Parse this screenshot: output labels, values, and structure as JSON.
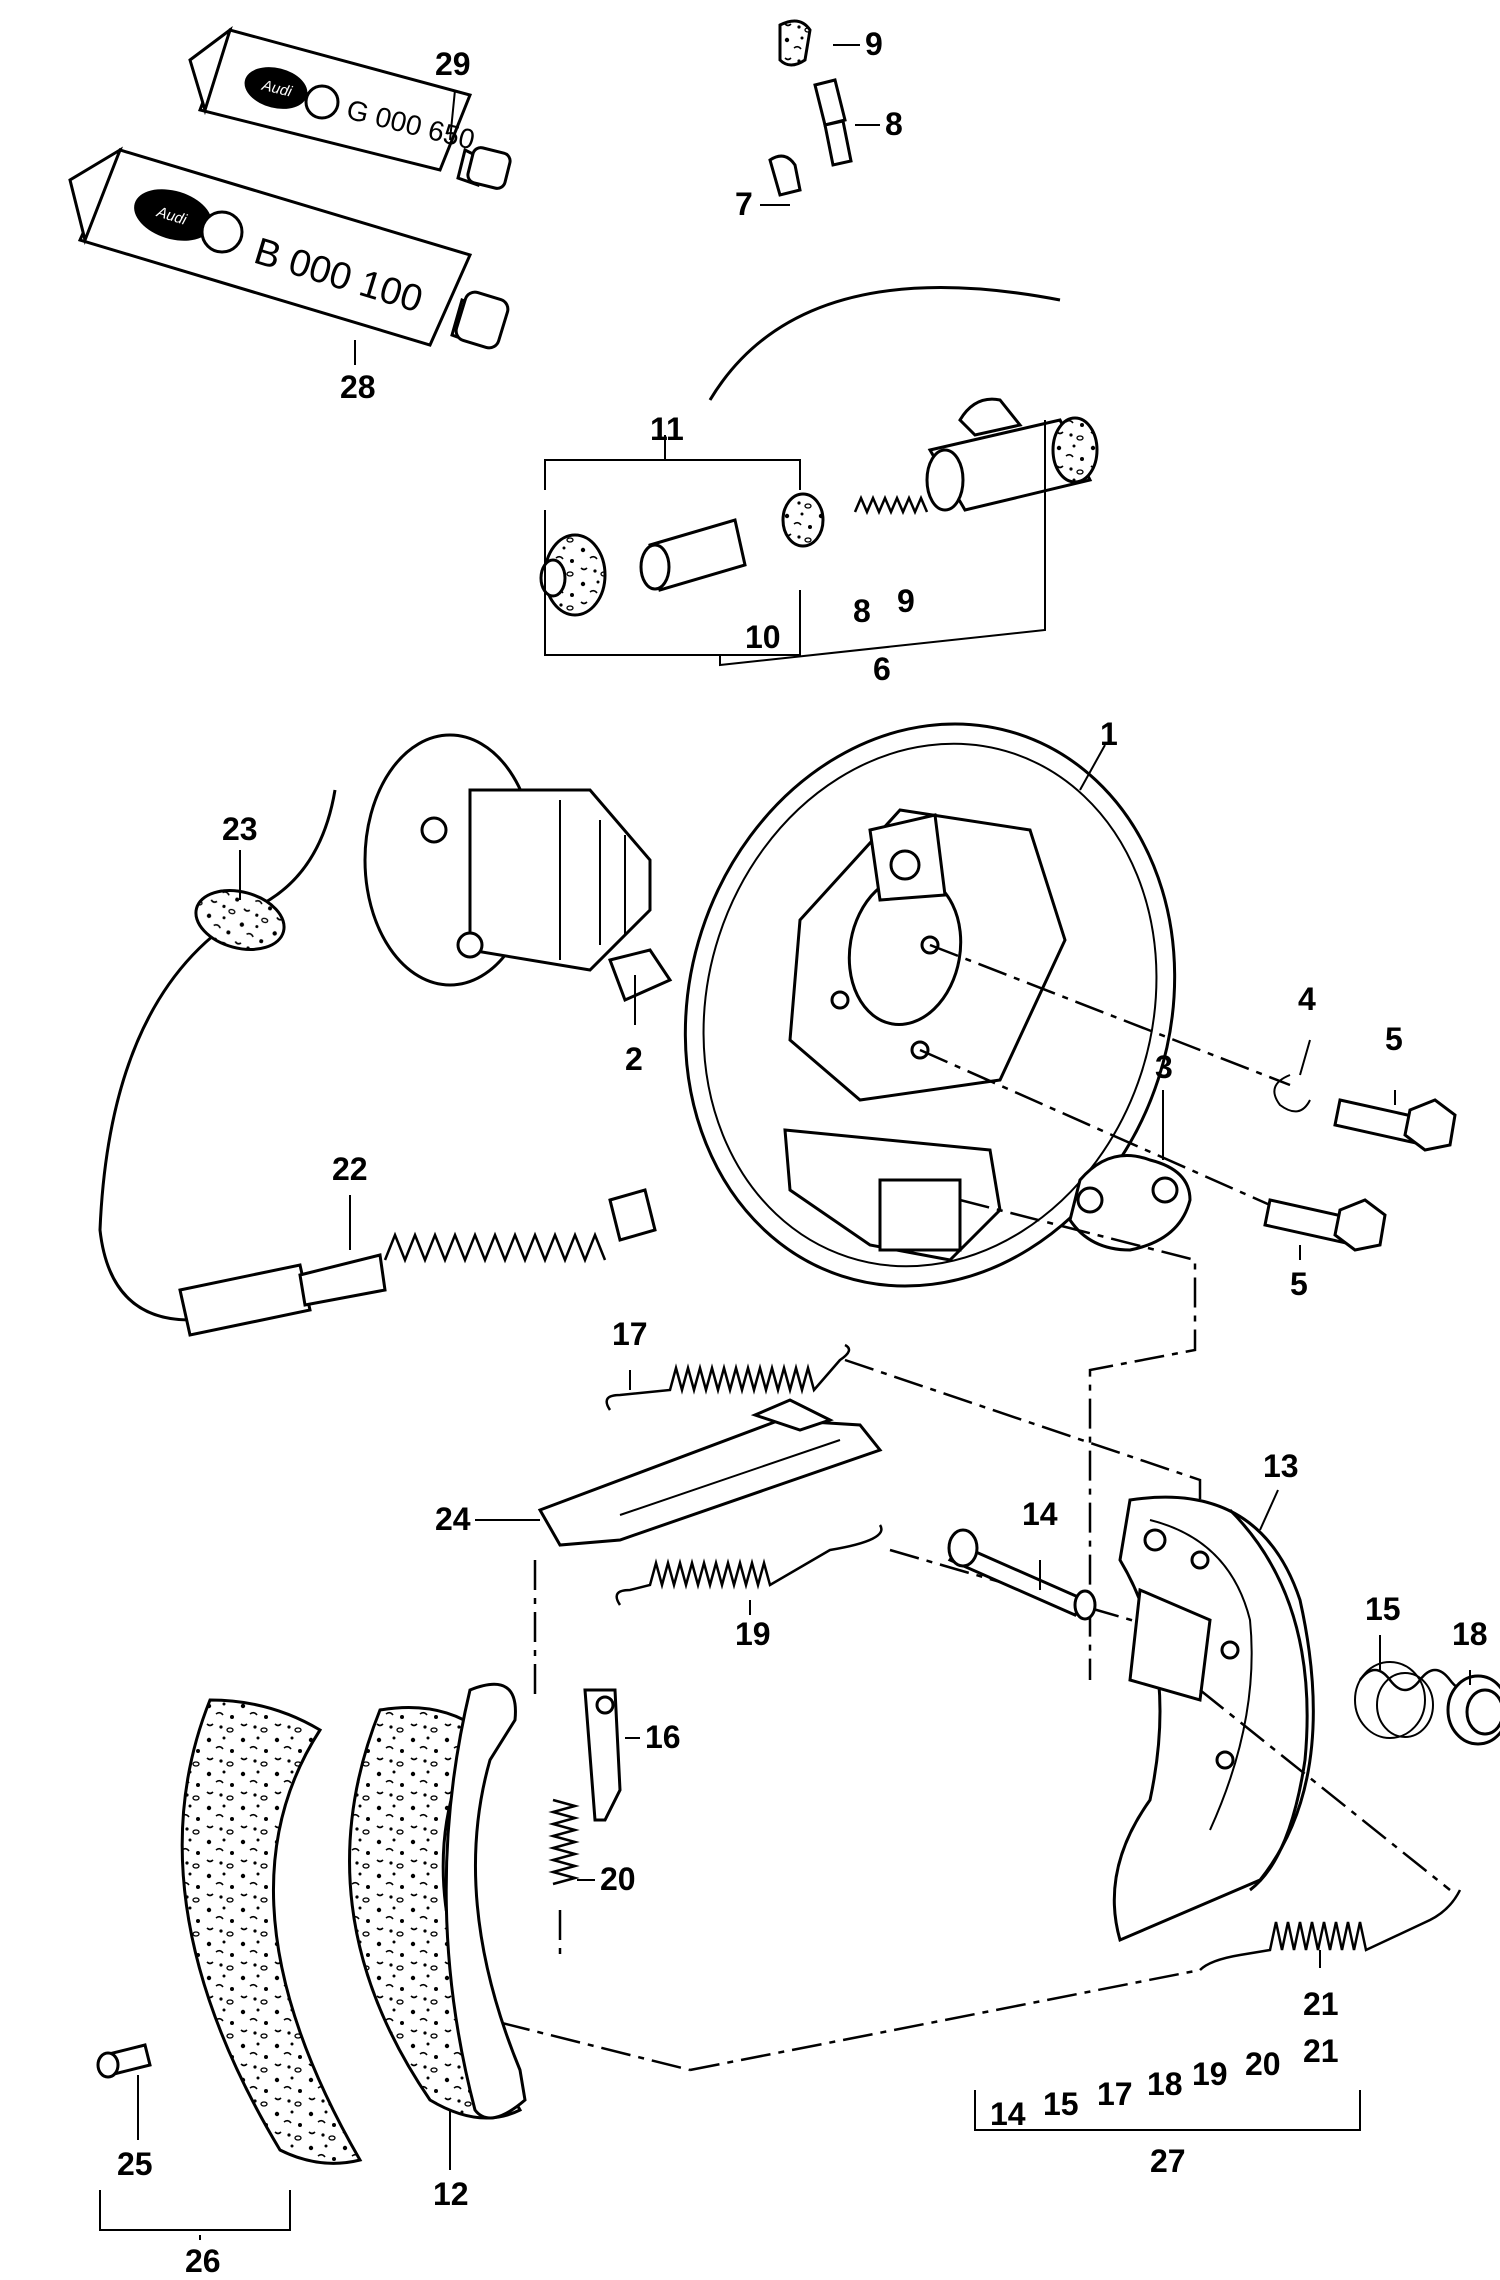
{
  "callouts": {
    "c1": "1",
    "c2": "2",
    "c3": "3",
    "c4": "4",
    "c5a": "5",
    "c5b": "5",
    "c6": "6",
    "c7": "7",
    "c8": "8",
    "c9": "9",
    "c10": "10",
    "c11": "11",
    "c8b": "8",
    "c9b": "9",
    "c12": "12",
    "c13": "13",
    "c14": "14",
    "c15": "15",
    "c16": "16",
    "c17": "17",
    "c18": "18",
    "c19": "19",
    "c20": "20",
    "c21": "21",
    "c22": "22",
    "c23": "23",
    "c24": "24",
    "c25": "25",
    "c26": "26",
    "c27": "27",
    "c28": "28",
    "c29": "29"
  },
  "kit27": {
    "items": [
      "14",
      "15",
      "17",
      "18",
      "19",
      "20",
      "21"
    ]
  },
  "tubes": {
    "g_code": "G 000 650",
    "b_code": "B 000 100",
    "brand": "Audi"
  }
}
